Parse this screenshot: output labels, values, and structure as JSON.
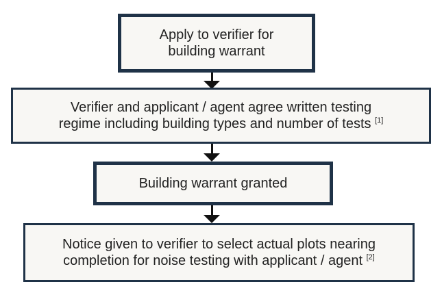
{
  "steps": [
    {
      "lines": [
        "Apply to verifier for",
        "building warrant"
      ],
      "ref": ""
    },
    {
      "lines": [
        "Verifier and applicant / agent agree written testing",
        "regime including building types and number of tests"
      ],
      "ref": "[1]"
    },
    {
      "lines": [
        "Building warrant granted"
      ],
      "ref": ""
    },
    {
      "lines": [
        "Notice given to verifier to select actual plots nearing",
        "completion for noise testing with applicant / agent"
      ],
      "ref": "[2]"
    }
  ],
  "colors": {
    "border": "#1f3247",
    "fill": "#f8f7f4",
    "arrow": "#111111",
    "text": "#222222"
  }
}
